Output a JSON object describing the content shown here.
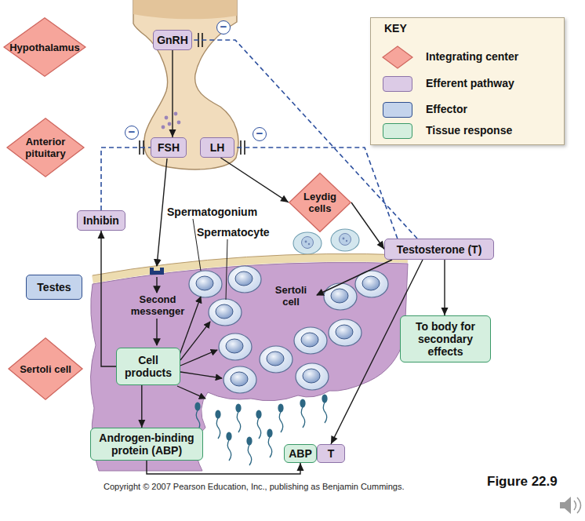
{
  "diagram": {
    "nodes": [
      {
        "text": [
          "Hypothalamus"
        ]
      },
      {
        "text": [
          "GnRH"
        ]
      },
      {
        "text": [
          "Anterior pituitary"
        ]
      },
      {
        "text": [
          "FSH"
        ]
      },
      {
        "text": [
          "LH"
        ]
      },
      {
        "text": [
          "Leydig cells"
        ]
      },
      {
        "text": [
          "Inhibin"
        ]
      },
      {
        "text": [
          "Testosterone (T)"
        ]
      },
      {
        "text": [
          "Testes"
        ]
      },
      {
        "text": [
          "Cell products"
        ]
      },
      {
        "text": [
          "To body for secondary effects"
        ]
      },
      {
        "text": [
          "Sertoli cell"
        ]
      },
      {
        "text": [
          "Androgen-binding protein (ABP)"
        ]
      },
      {
        "text": [
          "ABP"
        ]
      },
      {
        "text": [
          "T"
        ]
      }
    ],
    "edges": [
      {
        "from": 1,
        "to": 3,
        "arrow": "to"
      },
      {
        "from": 4,
        "to": 5,
        "arrow": "to"
      },
      {
        "from": 5,
        "to": 7,
        "arrow": "to"
      },
      {
        "from": 7,
        "to": 1,
        "arrow": "none"
      },
      {
        "from": 7,
        "to": 4,
        "arrow": "none"
      },
      {
        "from": 6,
        "to": 3,
        "arrow": "none"
      },
      {
        "from": 9,
        "to": 6,
        "arrow": "to"
      },
      {
        "from": 9,
        "to": 12,
        "arrow": "to"
      },
      {
        "from": 12,
        "to": 13,
        "arrow": "to"
      },
      {
        "from": 7,
        "to": 10,
        "arrow": "to"
      },
      {
        "from": 7,
        "to": 14,
        "arrow": "to"
      }
    ],
    "labels": [
      "KEY",
      "Spermatogonium",
      "Spermatocyte",
      "Second messenger",
      "Sertoli cell",
      "−",
      "−",
      "−",
      "Copyright © 2007 Pearson Education, Inc., publishing as Benjamin Cummings.",
      "Figure 22.9"
    ],
    "legend": [
      {
        "text": "Integrating center",
        "color": "#f6a59b"
      },
      {
        "text": "Efferent pathway",
        "color": "#dccbe6"
      },
      {
        "text": "Effector",
        "color": "#c4d4ec"
      },
      {
        "text": "Tissue response",
        "color": "#d5efdf"
      }
    ]
  }
}
